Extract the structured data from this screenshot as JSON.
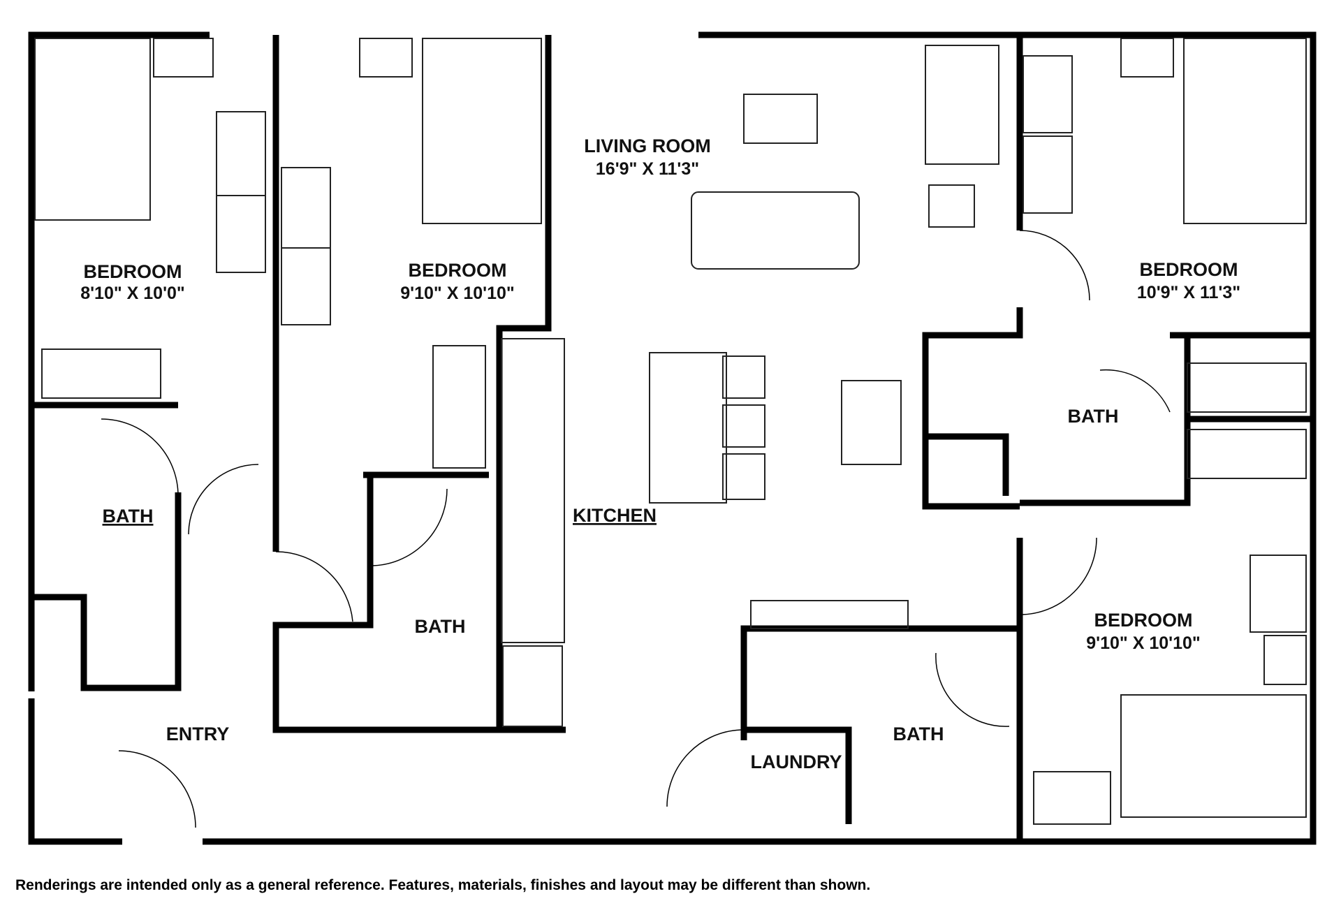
{
  "rooms": {
    "bedroom1": {
      "name": "BEDROOM",
      "dims": "8'10\" X 10'0\""
    },
    "bedroom2": {
      "name": "BEDROOM",
      "dims": "9'10\" X 10'10\""
    },
    "living": {
      "name": "LIVING ROOM",
      "dims": "16'9\" X 11'3\""
    },
    "bedroom3": {
      "name": "BEDROOM",
      "dims": "10'9\" X 11'3\""
    },
    "bedroom4": {
      "name": "BEDROOM",
      "dims": "9'10\" X 10'10\""
    },
    "bath1": "BATH",
    "bath2": "BATH",
    "bath3": "BATH",
    "bath4": "BATH",
    "kitchen": "KITCHEN",
    "entry": "ENTRY",
    "laundry": "LAUNDRY"
  },
  "disclaimer": "Renderings are intended only as a general reference. Features, materials, finishes and layout may be different than shown.",
  "colors": {
    "wall": "#000000",
    "background": "#ffffff",
    "furniture": "#222222"
  }
}
